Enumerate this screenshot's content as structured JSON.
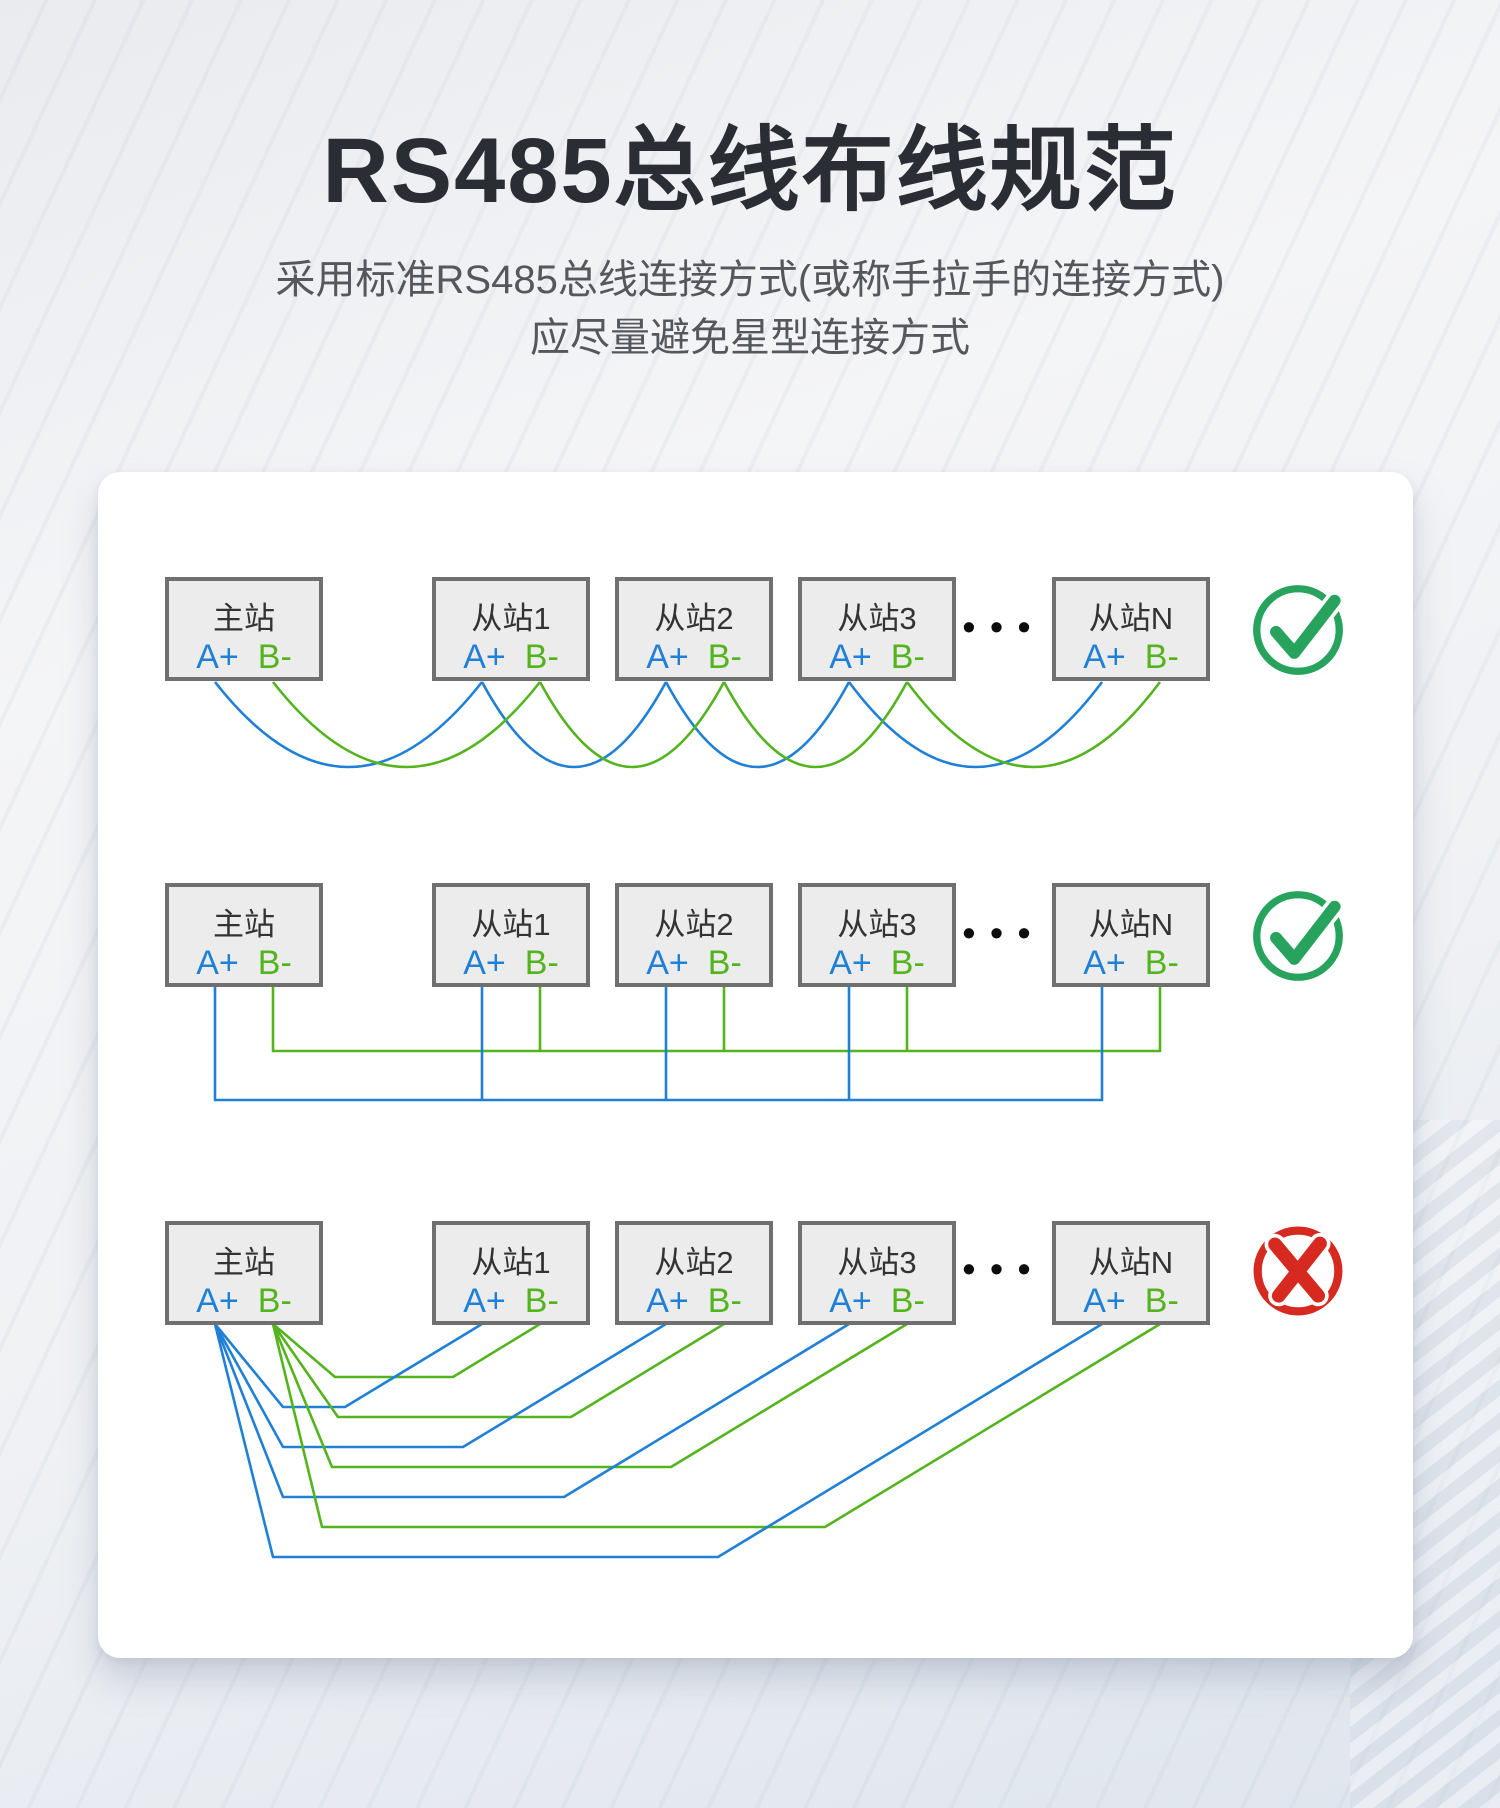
{
  "title": "RS485总线布线规范",
  "subtitle_line1": "采用标准RS485总线连接方式(或称手拉手的连接方式)",
  "subtitle_line2": "应尽量避免星型连接方式",
  "terminals": {
    "a": "A+",
    "b": "B-"
  },
  "ellipsis": "•••",
  "rows": [
    {
      "topology": "daisy-chain",
      "result": "correct",
      "result_icon": "check-circle-icon",
      "boxes": [
        {
          "label": "主站"
        },
        {
          "label": "从站1"
        },
        {
          "label": "从站2"
        },
        {
          "label": "从站3"
        },
        {
          "label": "从站N"
        }
      ]
    },
    {
      "topology": "bus",
      "result": "correct",
      "result_icon": "check-circle-icon",
      "boxes": [
        {
          "label": "主站"
        },
        {
          "label": "从站1"
        },
        {
          "label": "从站2"
        },
        {
          "label": "从站3"
        },
        {
          "label": "从站N"
        }
      ]
    },
    {
      "topology": "star",
      "result": "wrong",
      "result_icon": "cross-circle-icon",
      "boxes": [
        {
          "label": "主站"
        },
        {
          "label": "从站1"
        },
        {
          "label": "从站2"
        },
        {
          "label": "从站3"
        },
        {
          "label": "从站N"
        }
      ]
    }
  ],
  "colors": {
    "wire-blue": "#1f80d6",
    "wire-green": "#54b41e",
    "check-green": "#27a35d",
    "cross-red": "#d6291f",
    "box-border": "#6f6f6f",
    "box-fill": "#ececec",
    "title-color": "#2a2d33",
    "subtitle-color": "#54575c",
    "label-color": "#333333",
    "dot-color": "#0d0d0d"
  }
}
